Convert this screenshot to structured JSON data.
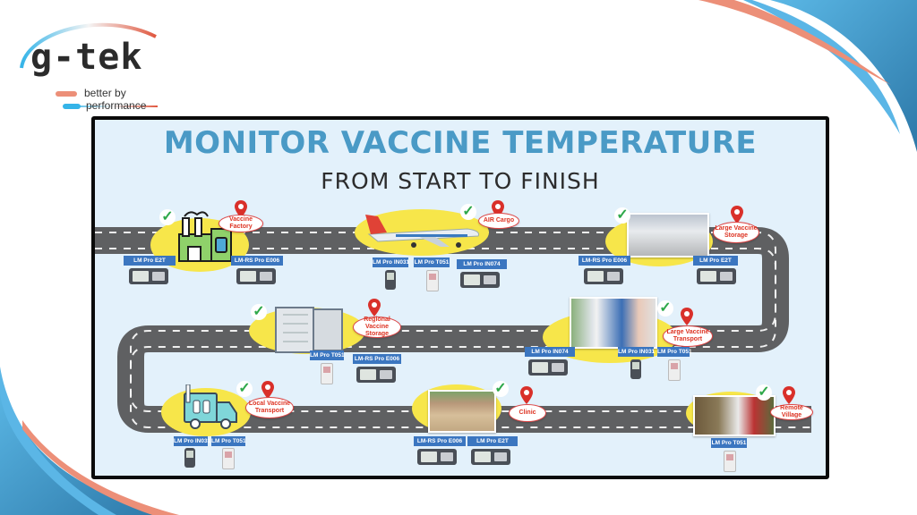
{
  "brand": {
    "name": "g-tek",
    "tagline_line1": "better by",
    "tagline_line2": "performance",
    "colors": {
      "orange": "#ec8f78",
      "blue": "#35b4e8",
      "dark": "#2b2b2b"
    }
  },
  "infographic": {
    "title": "MONITOR VACCINE TEMPERATURE",
    "subtitle": "FROM START TO FINISH",
    "colors": {
      "title": "#4a9ac6",
      "background": "#e3f1fb",
      "road": "#5f6062",
      "highlight": "#f7e64a",
      "label": "#3b76c0",
      "pin": "#d9302a",
      "check": "#2ea84a"
    },
    "stations": [
      {
        "name": "Vaccine Factory",
        "devices": [
          "LM Pro E2T",
          "LM-RS Pro E006"
        ]
      },
      {
        "name": "AIR Cargo",
        "devices": [
          "LM Pro IN031",
          "LM Pro T051",
          "LM Pro IN074"
        ]
      },
      {
        "name": "Large Vaccine Storage",
        "devices": [
          "LM-RS Pro E006",
          "LM Pro E2T"
        ]
      },
      {
        "name": "Large Vaccine Transport",
        "devices": [
          "LM Pro IN074",
          "LM Pro IN031",
          "LM Pro T051"
        ]
      },
      {
        "name": "Regional Vaccine Storage",
        "devices": [
          "LM Pro T051",
          "LM-RS Pro E006"
        ]
      },
      {
        "name": "Local Vaccine Transport",
        "devices": [
          "LM Pro IN031",
          "LM Pro T051"
        ]
      },
      {
        "name": "Clinic",
        "devices": [
          "LM-RS Pro E006",
          "LM Pro E2T"
        ]
      },
      {
        "name": "Remote Village",
        "devices": [
          "LM Pro T051"
        ]
      }
    ]
  }
}
